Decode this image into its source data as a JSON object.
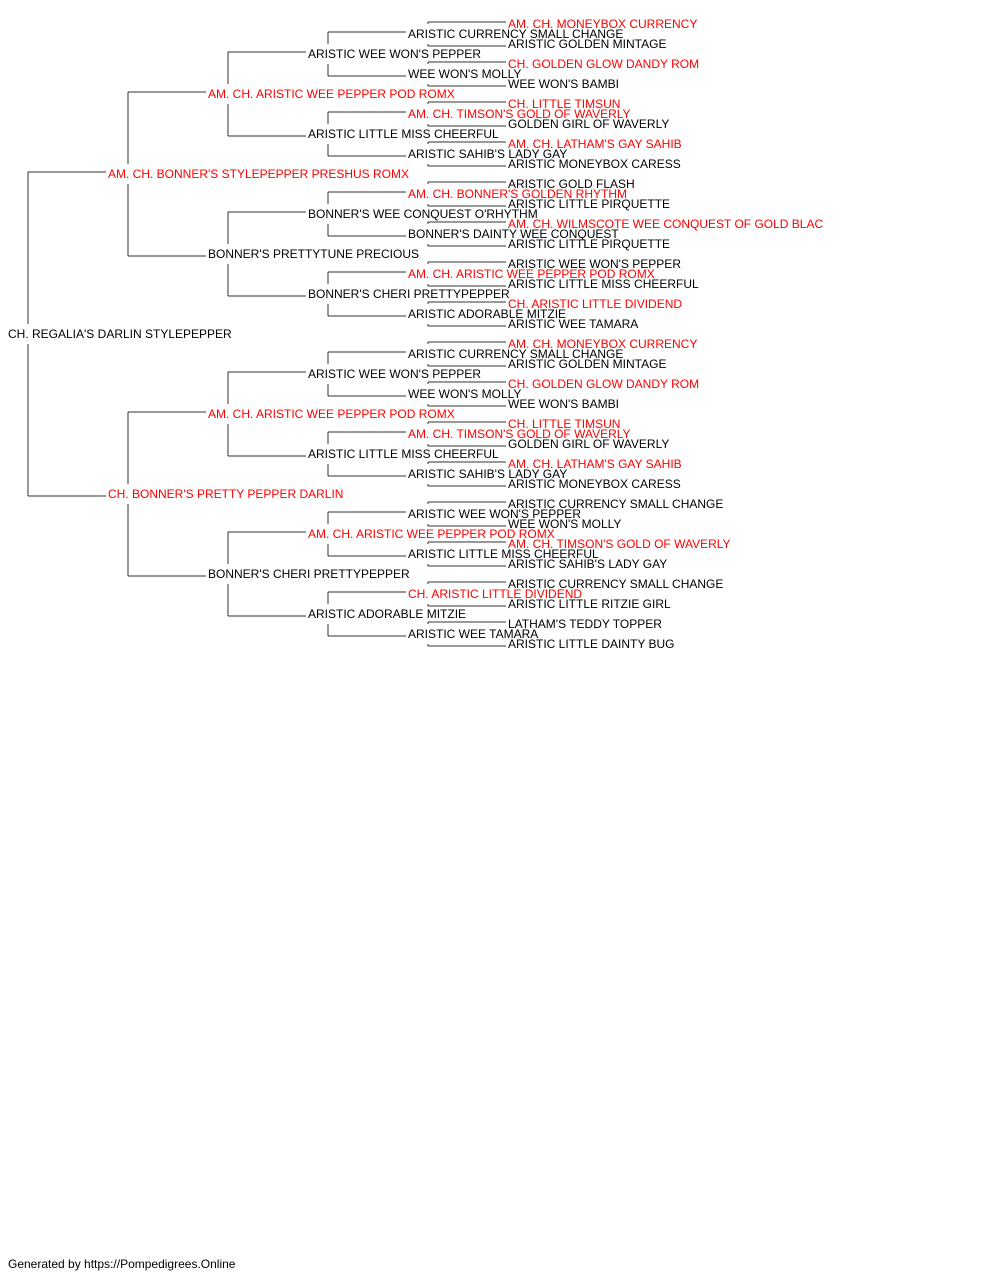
{
  "colors": {
    "champion": "#ff0000",
    "normal": "#000000",
    "line": "#333333"
  },
  "pedigree": {
    "name": "CH. REGALIA'S DARLIN STYLEPEPPER",
    "champion": false,
    "parents": [
      {
        "name": "AM. CH. BONNER'S STYLEPEPPER PRESHUS ROMX",
        "champion": true,
        "parents": [
          {
            "name": "AM. CH. ARISTIC WEE PEPPER POD ROMX",
            "champion": true,
            "parents": [
              {
                "name": "ARISTIC WEE WON'S PEPPER",
                "champion": false,
                "parents": [
                  {
                    "name": "ARISTIC CURRENCY SMALL CHANGE",
                    "champion": false,
                    "parents": [
                      {
                        "name": "AM. CH. MONEYBOX CURRENCY",
                        "champion": true
                      },
                      {
                        "name": "ARISTIC GOLDEN MINTAGE",
                        "champion": false
                      }
                    ]
                  },
                  {
                    "name": "WEE WON'S MOLLY",
                    "champion": false,
                    "parents": [
                      {
                        "name": "CH. GOLDEN GLOW DANDY ROM",
                        "champion": true
                      },
                      {
                        "name": "WEE WON'S BAMBI",
                        "champion": false
                      }
                    ]
                  }
                ]
              },
              {
                "name": "ARISTIC LITTLE MISS CHEERFUL",
                "champion": false,
                "parents": [
                  {
                    "name": "AM. CH. TIMSON'S GOLD OF WAVERLY",
                    "champion": true,
                    "parents": [
                      {
                        "name": "CH. LITTLE TIMSUN",
                        "champion": true
                      },
                      {
                        "name": "GOLDEN GIRL OF WAVERLY",
                        "champion": false
                      }
                    ]
                  },
                  {
                    "name": "ARISTIC SAHIB'S LADY GAY",
                    "champion": false,
                    "parents": [
                      {
                        "name": "AM. CH. LATHAM'S GAY SAHIB",
                        "champion": true
                      },
                      {
                        "name": "ARISTIC MONEYBOX CARESS",
                        "champion": false
                      }
                    ]
                  }
                ]
              }
            ]
          },
          {
            "name": "BONNER'S PRETTYTUNE PRECIOUS",
            "champion": false,
            "parents": [
              {
                "name": "BONNER'S WEE CONQUEST O'RHYTHM",
                "champion": false,
                "parents": [
                  {
                    "name": "AM. CH. BONNER'S GOLDEN RHYTHM",
                    "champion": true,
                    "parents": [
                      {
                        "name": "ARISTIC GOLD FLASH",
                        "champion": false
                      },
                      {
                        "name": "ARISTIC LITTLE PIRQUETTE",
                        "champion": false
                      }
                    ]
                  },
                  {
                    "name": "BONNER'S DAINTY WEE CONQUEST",
                    "champion": false,
                    "parents": [
                      {
                        "name": "AM. CH. WILMSCOTE WEE CONQUEST OF GOLD BLAC",
                        "champion": true
                      },
                      {
                        "name": "ARISTIC LITTLE PIRQUETTE",
                        "champion": false
                      }
                    ]
                  }
                ]
              },
              {
                "name": "BONNER'S CHERI PRETTYPEPPER",
                "champion": false,
                "parents": [
                  {
                    "name": "AM. CH. ARISTIC WEE PEPPER POD ROMX",
                    "champion": true,
                    "parents": [
                      {
                        "name": "ARISTIC WEE WON'S PEPPER",
                        "champion": false
                      },
                      {
                        "name": "ARISTIC LITTLE MISS CHEERFUL",
                        "champion": false
                      }
                    ]
                  },
                  {
                    "name": "ARISTIC ADORABLE MITZIE",
                    "champion": false,
                    "parents": [
                      {
                        "name": "CH. ARISTIC LITTLE DIVIDEND",
                        "champion": true
                      },
                      {
                        "name": "ARISTIC WEE TAMARA",
                        "champion": false
                      }
                    ]
                  }
                ]
              }
            ]
          }
        ]
      },
      {
        "name": "CH. BONNER'S PRETTY PEPPER DARLIN",
        "champion": true,
        "parents": [
          {
            "name": "AM. CH. ARISTIC WEE PEPPER POD ROMX",
            "champion": true,
            "parents": [
              {
                "name": "ARISTIC WEE WON'S PEPPER",
                "champion": false,
                "parents": [
                  {
                    "name": "ARISTIC CURRENCY SMALL CHANGE",
                    "champion": false,
                    "parents": [
                      {
                        "name": "AM. CH. MONEYBOX CURRENCY",
                        "champion": true
                      },
                      {
                        "name": "ARISTIC GOLDEN MINTAGE",
                        "champion": false
                      }
                    ]
                  },
                  {
                    "name": "WEE WON'S MOLLY",
                    "champion": false,
                    "parents": [
                      {
                        "name": "CH. GOLDEN GLOW DANDY ROM",
                        "champion": true
                      },
                      {
                        "name": "WEE WON'S BAMBI",
                        "champion": false
                      }
                    ]
                  }
                ]
              },
              {
                "name": "ARISTIC LITTLE MISS CHEERFUL",
                "champion": false,
                "parents": [
                  {
                    "name": "AM. CH. TIMSON'S GOLD OF WAVERLY",
                    "champion": true,
                    "parents": [
                      {
                        "name": "CH. LITTLE TIMSUN",
                        "champion": true
                      },
                      {
                        "name": "GOLDEN GIRL OF WAVERLY",
                        "champion": false
                      }
                    ]
                  },
                  {
                    "name": "ARISTIC SAHIB'S LADY GAY",
                    "champion": false,
                    "parents": [
                      {
                        "name": "AM. CH. LATHAM'S GAY SAHIB",
                        "champion": true
                      },
                      {
                        "name": "ARISTIC MONEYBOX CARESS",
                        "champion": false
                      }
                    ]
                  }
                ]
              }
            ]
          },
          {
            "name": "BONNER'S CHERI PRETTYPEPPER",
            "champion": false,
            "parents": [
              {
                "name": "AM. CH. ARISTIC WEE PEPPER POD ROMX",
                "champion": true,
                "parents": [
                  {
                    "name": "ARISTIC WEE WON'S PEPPER",
                    "champion": false,
                    "parents": [
                      {
                        "name": "ARISTIC CURRENCY SMALL CHANGE",
                        "champion": false
                      },
                      {
                        "name": "WEE WON'S MOLLY",
                        "champion": false
                      }
                    ]
                  },
                  {
                    "name": "ARISTIC LITTLE MISS CHEERFUL",
                    "champion": false,
                    "parents": [
                      {
                        "name": "AM. CH. TIMSON'S GOLD OF WAVERLY",
                        "champion": true
                      },
                      {
                        "name": "ARISTIC SAHIB'S LADY GAY",
                        "champion": false
                      }
                    ]
                  }
                ]
              },
              {
                "name": "ARISTIC ADORABLE MITZIE",
                "champion": false,
                "parents": [
                  {
                    "name": "CH. ARISTIC LITTLE DIVIDEND",
                    "champion": true,
                    "parents": [
                      {
                        "name": "ARISTIC CURRENCY SMALL CHANGE",
                        "champion": false
                      },
                      {
                        "name": "ARISTIC LITTLE RITZIE GIRL",
                        "champion": false
                      }
                    ]
                  },
                  {
                    "name": "ARISTIC WEE TAMARA",
                    "champion": false,
                    "parents": [
                      {
                        "name": "LATHAM'S TEDDY TOPPER",
                        "champion": false
                      },
                      {
                        "name": "ARISTIC LITTLE DAINTY BUG",
                        "champion": false
                      }
                    ]
                  }
                ]
              }
            ]
          }
        ]
      }
    ]
  },
  "footer": {
    "text": "Generated by https://Pompedigrees.Online"
  }
}
